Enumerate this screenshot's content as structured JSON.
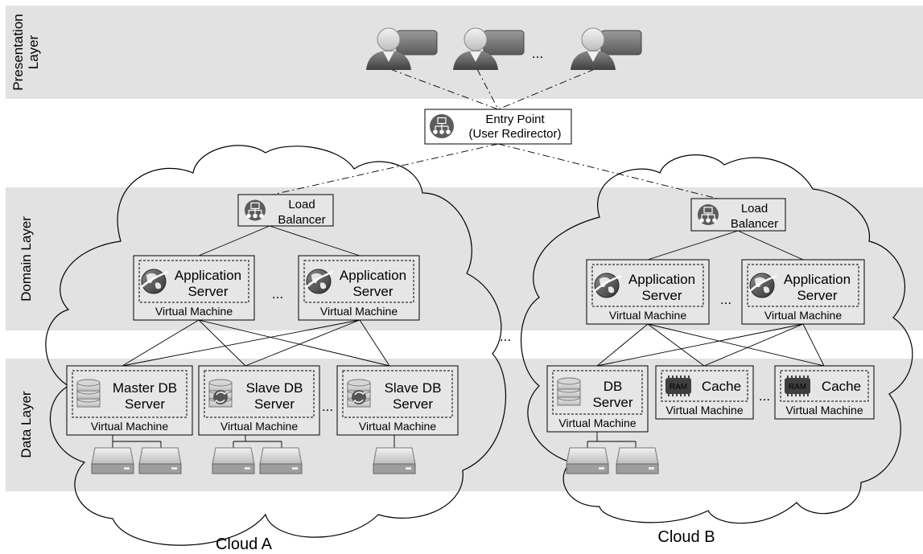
{
  "layers": {
    "presentation": "Presentation\nLayer",
    "domain": "Domain Layer",
    "data": "Data Layer"
  },
  "entry_point": "Entry Point\n(User Redirector)",
  "ellipsis": "...",
  "cloud_a": {
    "label": "Cloud A",
    "load_balancer": "Load\nBalancer",
    "app_servers": [
      {
        "name": "Application\nServer",
        "vm": "Virtual Machine"
      },
      {
        "name": "Application\nServer",
        "vm": "Virtual Machine"
      }
    ],
    "data_servers": [
      {
        "name": "Master DB\nServer",
        "vm": "Virtual Machine"
      },
      {
        "name": "Slave DB\nServer",
        "vm": "Virtual Machine"
      },
      {
        "name": "Slave DB\nServer",
        "vm": "Virtual Machine"
      }
    ]
  },
  "cloud_b": {
    "label": "Cloud B",
    "load_balancer": "Load\nBalancer",
    "app_servers": [
      {
        "name": "Application\nServer",
        "vm": "Virtual Machine"
      },
      {
        "name": "Application\nServer",
        "vm": "Virtual Machine"
      }
    ],
    "data_servers": [
      {
        "name": "DB\nServer",
        "vm": "Virtual Machine"
      },
      {
        "name": "Cache",
        "vm": "Virtual Machine",
        "badge": "RAM"
      },
      {
        "name": "Cache",
        "vm": "Virtual Machine",
        "badge": "RAM"
      }
    ]
  },
  "colors": {
    "band": "#e2e2e2",
    "box_fill": "#e6e6e6",
    "icon_dark": "#595959",
    "stroke": "#000000"
  }
}
